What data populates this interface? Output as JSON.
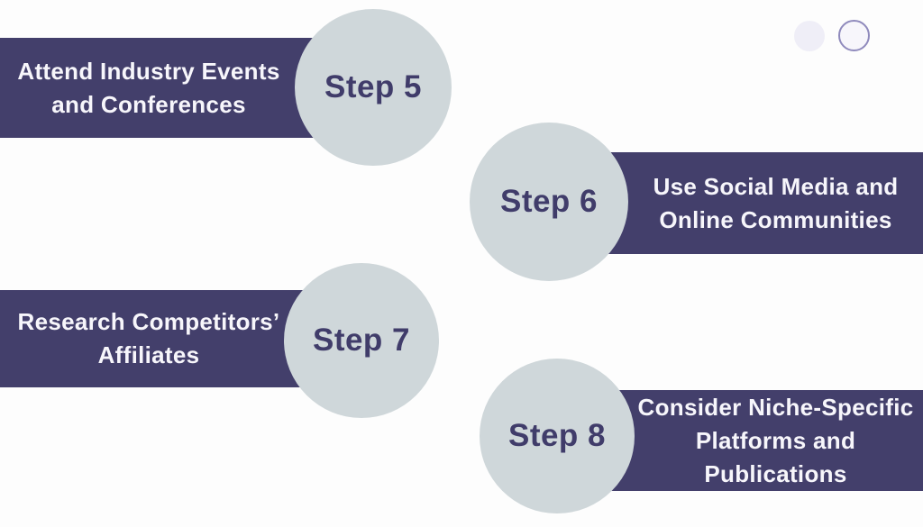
{
  "theme": {
    "background": "#fdfdfd",
    "banner_color": "#433f6b",
    "circle_color": "#cfd7da",
    "step_text_color": "#403c6a",
    "banner_text_color": "#f7f6fb",
    "dot_fill": "#efeef7",
    "dot_outline": "#8f8abc",
    "dot_outline_fill": "#f7f6fb"
  },
  "steps": [
    {
      "label": "Step 5",
      "lines": [
        "Attend Industry Events",
        "and Conferences"
      ]
    },
    {
      "label": "Step 6",
      "lines": [
        "Use Social Media and",
        "Online Communities"
      ]
    },
    {
      "label": "Step 7",
      "lines": [
        "Research Competitors’",
        "Affiliates"
      ]
    },
    {
      "label": "Step 8",
      "lines": [
        "Consider Niche-Specific",
        "Platforms and",
        "Publications"
      ]
    }
  ]
}
